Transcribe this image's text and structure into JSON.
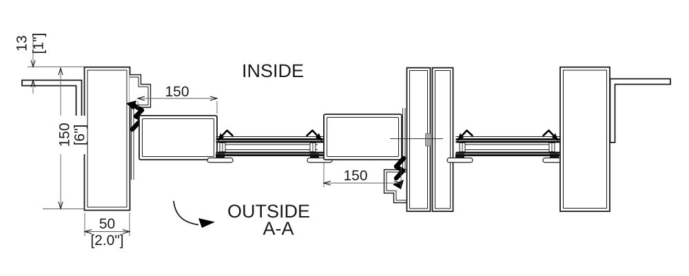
{
  "drawing": {
    "title_labels": {
      "inside": "INSIDE",
      "outside": "OUTSIDE",
      "section": "A-A"
    },
    "dimensions": {
      "wall_offset_mm": "13",
      "wall_offset_in": "[1\"]",
      "frame_depth_mm": "150",
      "frame_depth_in": "[6\"]",
      "top_offset_mm": "150",
      "bottom_offset_mm": "150",
      "frame_width_mm": "50",
      "frame_width_in": "[2.0\"]"
    },
    "colors": {
      "background": "#ffffff",
      "line": "#1a1a1a",
      "dim_line": "#5a5a5a"
    }
  }
}
